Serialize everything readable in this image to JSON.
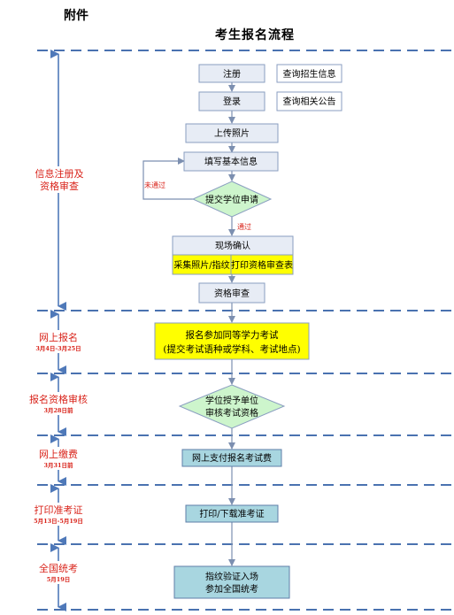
{
  "attachment_label": "附件",
  "title": "考生报名流程",
  "colors": {
    "dash": "#4a72b0",
    "timeline": "#4f79b9",
    "box_fill": "#e7ecf5",
    "box_border": "#8a9ec0",
    "yellow": "#ffff00",
    "cyan": "#a8d6e0",
    "diamond_green": "#cdf5cc",
    "red_text": "#d9241b",
    "arrow": "#7c8fb0"
  },
  "steps": {
    "register": "注册",
    "query_info": "查询招生信息",
    "login": "登录",
    "query_notice": "查询相关公告",
    "upload_photo": "上传照片",
    "fill_info": "填写基本信息",
    "submit_application": "提交学位申请",
    "not_passed": "未通过",
    "passed": "通过",
    "onsite_confirm": "现场确认",
    "collect_photo": "采集照片/指纹",
    "print_form": "打印资格审查表",
    "qualification_review": "资格审查",
    "apply_exam_line1": "报名参加同等学力考试",
    "apply_exam_line2": "(提交考试语种或学科、考试地点)",
    "unit_review_line1": "学位授予单位",
    "unit_review_line2": "审核考试资格",
    "pay_fee": "网上支付报名考试费",
    "print_ticket": "打印/下载准考证",
    "enter_line1": "指纹验证入场",
    "enter_line2": "参加全国统考"
  },
  "phases": [
    {
      "label_line1": "信息注册及",
      "label_line2": "资格审查",
      "date": ""
    },
    {
      "label_line1": "网上报名",
      "label_line2": "",
      "date": "3月4日-3月25日"
    },
    {
      "label_line1": "报名资格审核",
      "label_line2": "",
      "date": "3月28日前"
    },
    {
      "label_line1": "网上缴费",
      "label_line2": "",
      "date": "3月31日前"
    },
    {
      "label_line1": "打印准考证",
      "label_line2": "",
      "date": "5月13日-5月19日"
    },
    {
      "label_line1": "全国统考",
      "label_line2": "",
      "date": "5月19日"
    }
  ]
}
